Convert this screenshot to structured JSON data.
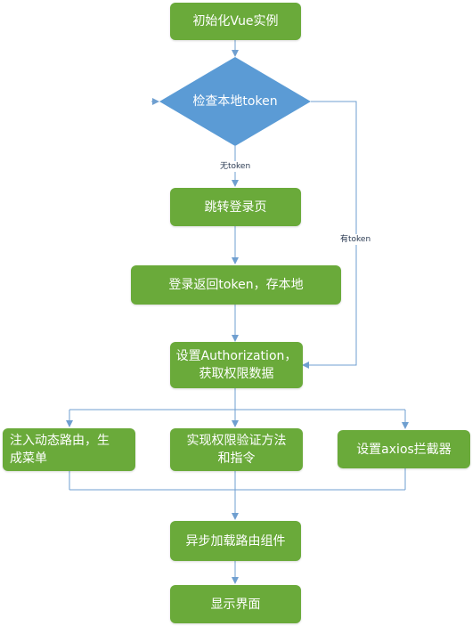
{
  "nodes": {
    "init_vue": "初始化Vue实例",
    "check_token": "检查本地token",
    "goto_login": "跳转登录页",
    "login_return": "登录返回token，存本地",
    "set_auth_line1": "设置Authorization，",
    "set_auth_line2": "获取权限数据",
    "inject_routes_line1": "注入动态路由，生",
    "inject_routes_line2": "成菜单",
    "permission_line1": "实现权限验证方法",
    "permission_line2": "和指令",
    "axios": "设置axios拦截器",
    "async_load": "异步加载路由组件",
    "show_ui": "显示界面"
  },
  "edges": {
    "no_token": "无token",
    "has_token": "有token"
  },
  "colors": {
    "process_fill": "#6aaa3a",
    "decision_fill": "#5b9bd5",
    "connector": "#6f9fd0"
  }
}
